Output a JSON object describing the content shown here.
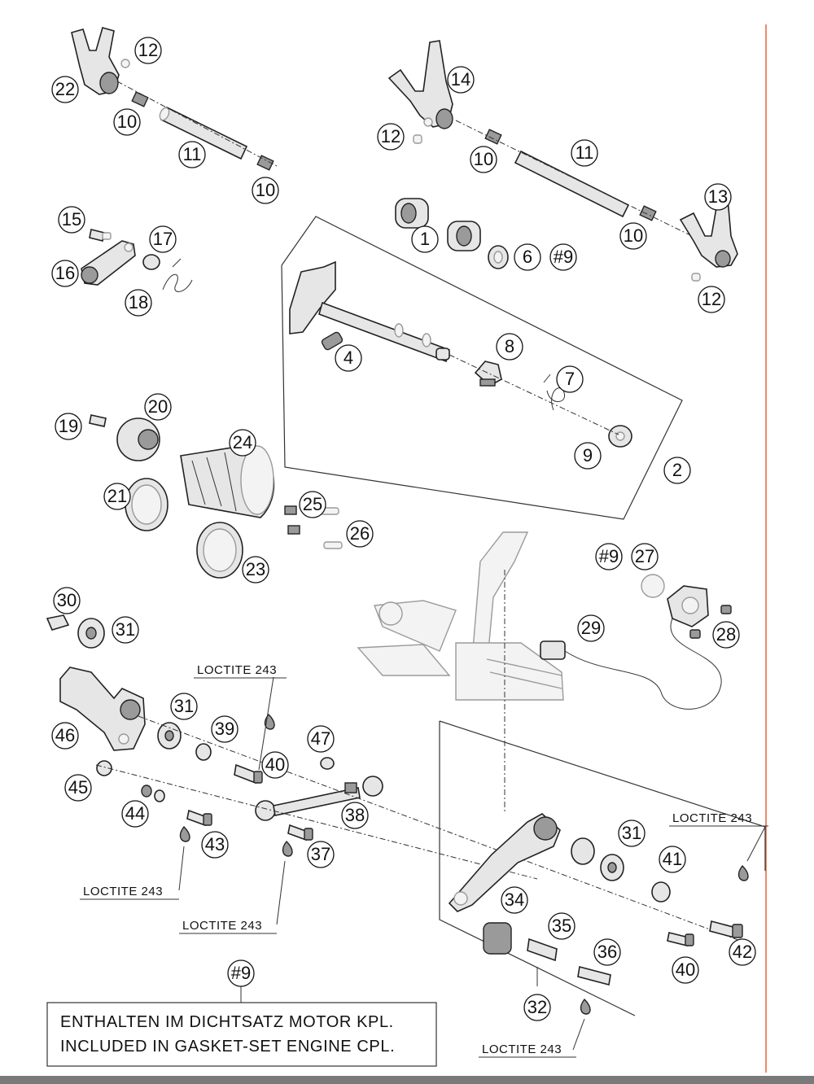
{
  "colors": {
    "ink": "#111111",
    "part_fill": "#e6e6e6",
    "part_dark": "#9a9a9a",
    "margin_line": "#e8623a",
    "footer_bar": "#7a7a7a"
  },
  "callouts": [
    {
      "id": "c22",
      "label": "22"
    },
    {
      "id": "c12a",
      "label": "12"
    },
    {
      "id": "c10a",
      "label": "10"
    },
    {
      "id": "c11a",
      "label": "11"
    },
    {
      "id": "c10b",
      "label": "10"
    },
    {
      "id": "c14",
      "label": "14"
    },
    {
      "id": "c12b",
      "label": "12"
    },
    {
      "id": "c10c",
      "label": "10"
    },
    {
      "id": "c11b",
      "label": "11"
    },
    {
      "id": "c13",
      "label": "13"
    },
    {
      "id": "c10d",
      "label": "10"
    },
    {
      "id": "c12c",
      "label": "12"
    },
    {
      "id": "c15",
      "label": "15"
    },
    {
      "id": "c17",
      "label": "17"
    },
    {
      "id": "c16",
      "label": "16"
    },
    {
      "id": "c18",
      "label": "18"
    },
    {
      "id": "c1",
      "label": "1"
    },
    {
      "id": "c6",
      "label": "6"
    },
    {
      "id": "c9hash",
      "label": "#9"
    },
    {
      "id": "c4",
      "label": "4"
    },
    {
      "id": "c8",
      "label": "8"
    },
    {
      "id": "c7",
      "label": "7"
    },
    {
      "id": "c9a",
      "label": "9"
    },
    {
      "id": "c2",
      "label": "2"
    },
    {
      "id": "c19",
      "label": "19"
    },
    {
      "id": "c20",
      "label": "20"
    },
    {
      "id": "c24",
      "label": "24"
    },
    {
      "id": "c21",
      "label": "21"
    },
    {
      "id": "c25",
      "label": "25"
    },
    {
      "id": "c26",
      "label": "26"
    },
    {
      "id": "c23",
      "label": "23"
    },
    {
      "id": "c9hash2",
      "label": "#9"
    },
    {
      "id": "c27",
      "label": "27"
    },
    {
      "id": "c29",
      "label": "29"
    },
    {
      "id": "c28",
      "label": "28"
    },
    {
      "id": "c30",
      "label": "30"
    },
    {
      "id": "c31a",
      "label": "31"
    },
    {
      "id": "c46",
      "label": "46"
    },
    {
      "id": "c31b",
      "label": "31"
    },
    {
      "id": "c39",
      "label": "39"
    },
    {
      "id": "c40a",
      "label": "40"
    },
    {
      "id": "c47",
      "label": "47"
    },
    {
      "id": "c45",
      "label": "45"
    },
    {
      "id": "c44",
      "label": "44"
    },
    {
      "id": "c43",
      "label": "43"
    },
    {
      "id": "c38",
      "label": "38"
    },
    {
      "id": "c37",
      "label": "37"
    },
    {
      "id": "c31c",
      "label": "31"
    },
    {
      "id": "c41",
      "label": "41"
    },
    {
      "id": "c34",
      "label": "34"
    },
    {
      "id": "c35",
      "label": "35"
    },
    {
      "id": "c36",
      "label": "36"
    },
    {
      "id": "c40b",
      "label": "40"
    },
    {
      "id": "c42",
      "label": "42"
    },
    {
      "id": "c32",
      "label": "32"
    },
    {
      "id": "c9hash3",
      "label": "#9"
    }
  ],
  "loctite_labels": [
    "LOCTITE 243",
    "LOCTITE 243",
    "LOCTITE 243",
    "LOCTITE 243",
    "LOCTITE 243"
  ],
  "note": {
    "line1": "ENTHALTEN IM DICHTSATZ MOTOR KPL.",
    "line2": "INCLUDED IN GASKET-SET ENGINE CPL."
  }
}
